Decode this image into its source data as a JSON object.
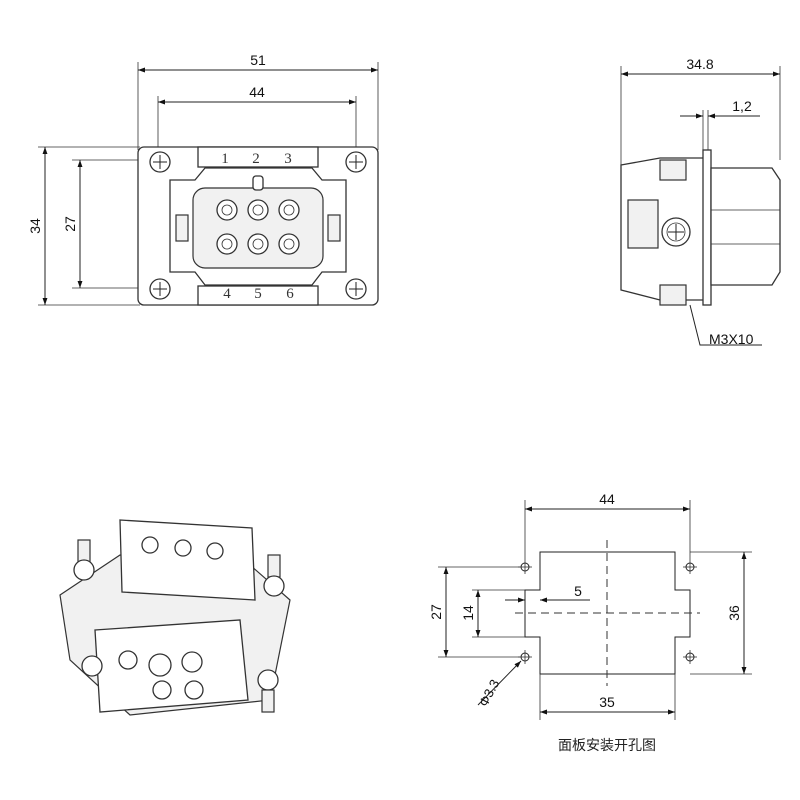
{
  "front_view": {
    "dim_overall_width": "51",
    "dim_hole_spacing_x": "44",
    "dim_overall_height": "34",
    "dim_hole_spacing_y": "27",
    "pins_top": [
      "1",
      "2",
      "3"
    ],
    "pins_bottom": [
      "4",
      "5",
      "6"
    ]
  },
  "side_view": {
    "dim_depth": "34.8",
    "dim_flange": "1,2",
    "screw_label": "M3X10"
  },
  "cutout_view": {
    "dim_hole_spacing_x": "44",
    "dim_hole_spacing_y": "27",
    "dim_height": "36",
    "dim_notch_height": "14",
    "dim_notch_depth": "5",
    "dim_width": "35",
    "dim_hole_diameter": "Φ3.3",
    "caption": "面板安装开孔图"
  }
}
